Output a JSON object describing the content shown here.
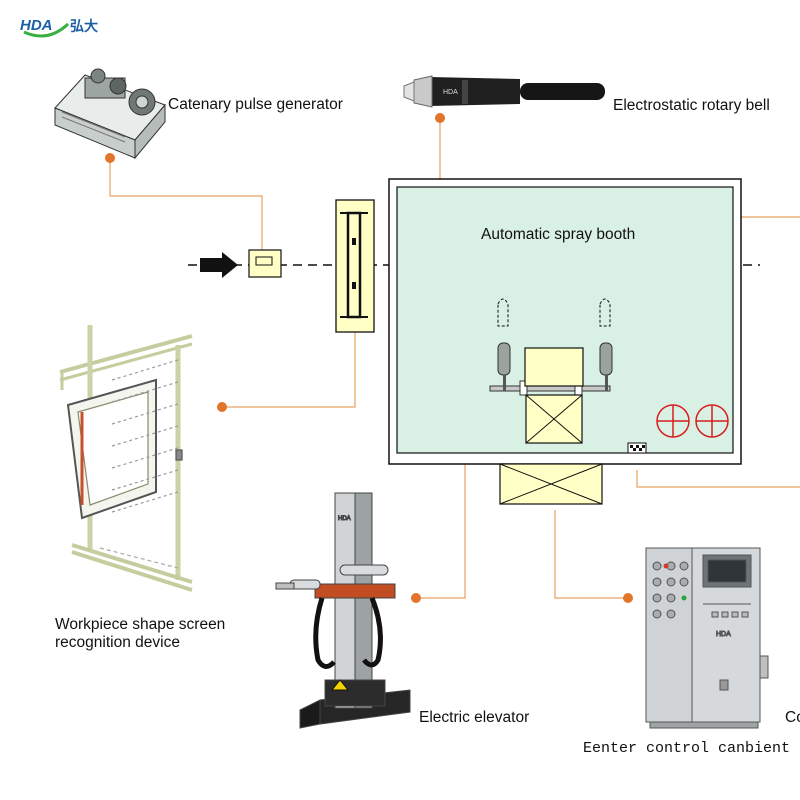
{
  "brand": {
    "latin": "HDA",
    "cjk": "弘大"
  },
  "labels": {
    "pulse_generator": "Catenary pulse generator",
    "rotary_bell": "Electrostatic rotary bell",
    "spray_booth": "Automatic spray booth",
    "recognition_device_line1": "Workpiece shape screen",
    "recognition_device_line2": "recognition device",
    "elevator": "Electric elevator",
    "control_cabinet": "Eenter control canbient",
    "cut_right": "Co"
  },
  "equipment_text": {
    "bell_badge": "HDA",
    "elevator_badge": "HDA",
    "cabinet_badge": "HDA"
  },
  "colors": {
    "booth_fill": "#d9f0e4",
    "yellow_fill": "#ffffc6",
    "connector": "#e8a060",
    "dot": "#e2752b",
    "target_red": "#d81f1f",
    "brand_blue": "#1a5ea8",
    "brand_green": "#38b040"
  }
}
